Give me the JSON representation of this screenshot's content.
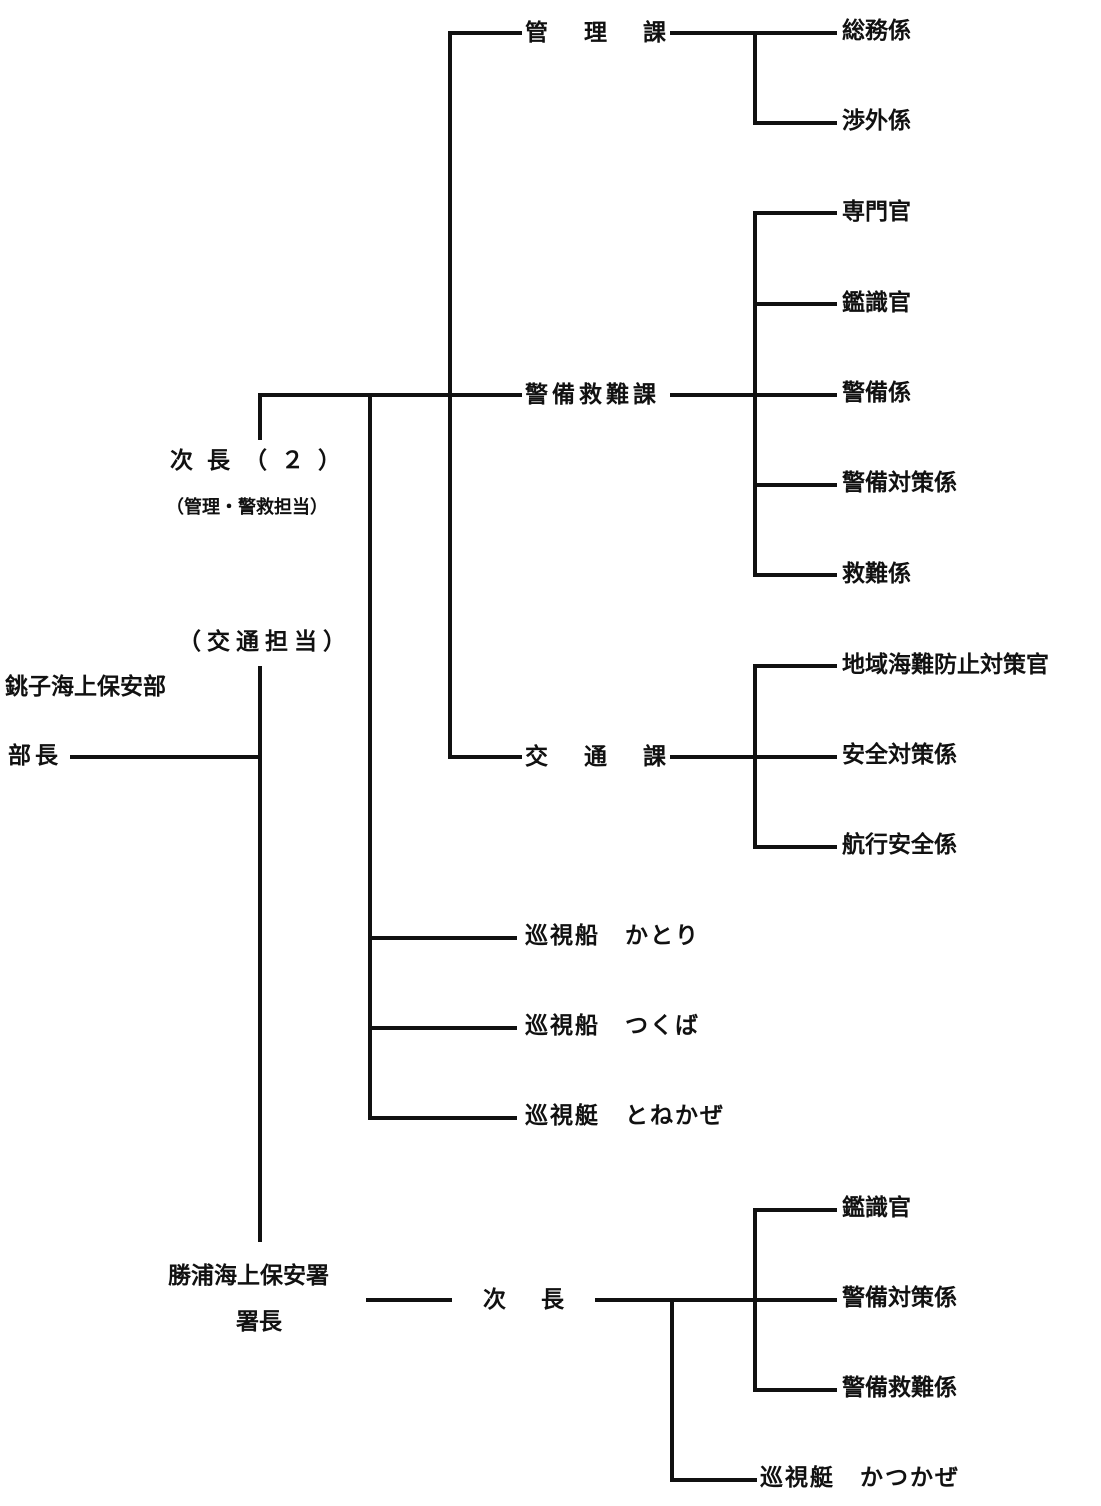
{
  "title_org": "銚子海上保安部",
  "head": "部長",
  "deputy_1": {
    "label": "次長（２）",
    "note": "（管理・警救担当）"
  },
  "deputy_2": {
    "label": "（交通担当）"
  },
  "divisions": [
    {
      "name": "管理課",
      "units": [
        "総務係",
        "渉外係"
      ]
    },
    {
      "name": "警備救難課",
      "units": [
        "専門官",
        "鑑識官",
        "警備係",
        "警備対策係",
        "救難係"
      ]
    },
    {
      "name": "交通課",
      "units": [
        "地域海難防止対策官",
        "安全対策係",
        "航行安全係"
      ]
    }
  ],
  "vessels": [
    "巡視船　かとり",
    "巡視船　つくば",
    "巡視艇　とねかぜ"
  ],
  "station": {
    "name": "勝浦海上保安署",
    "head": "署長",
    "deputy": "次　長",
    "units": [
      "鑑識官",
      "警備対策係",
      "警備救難係"
    ],
    "vessel": "巡視艇　かつかぜ"
  }
}
